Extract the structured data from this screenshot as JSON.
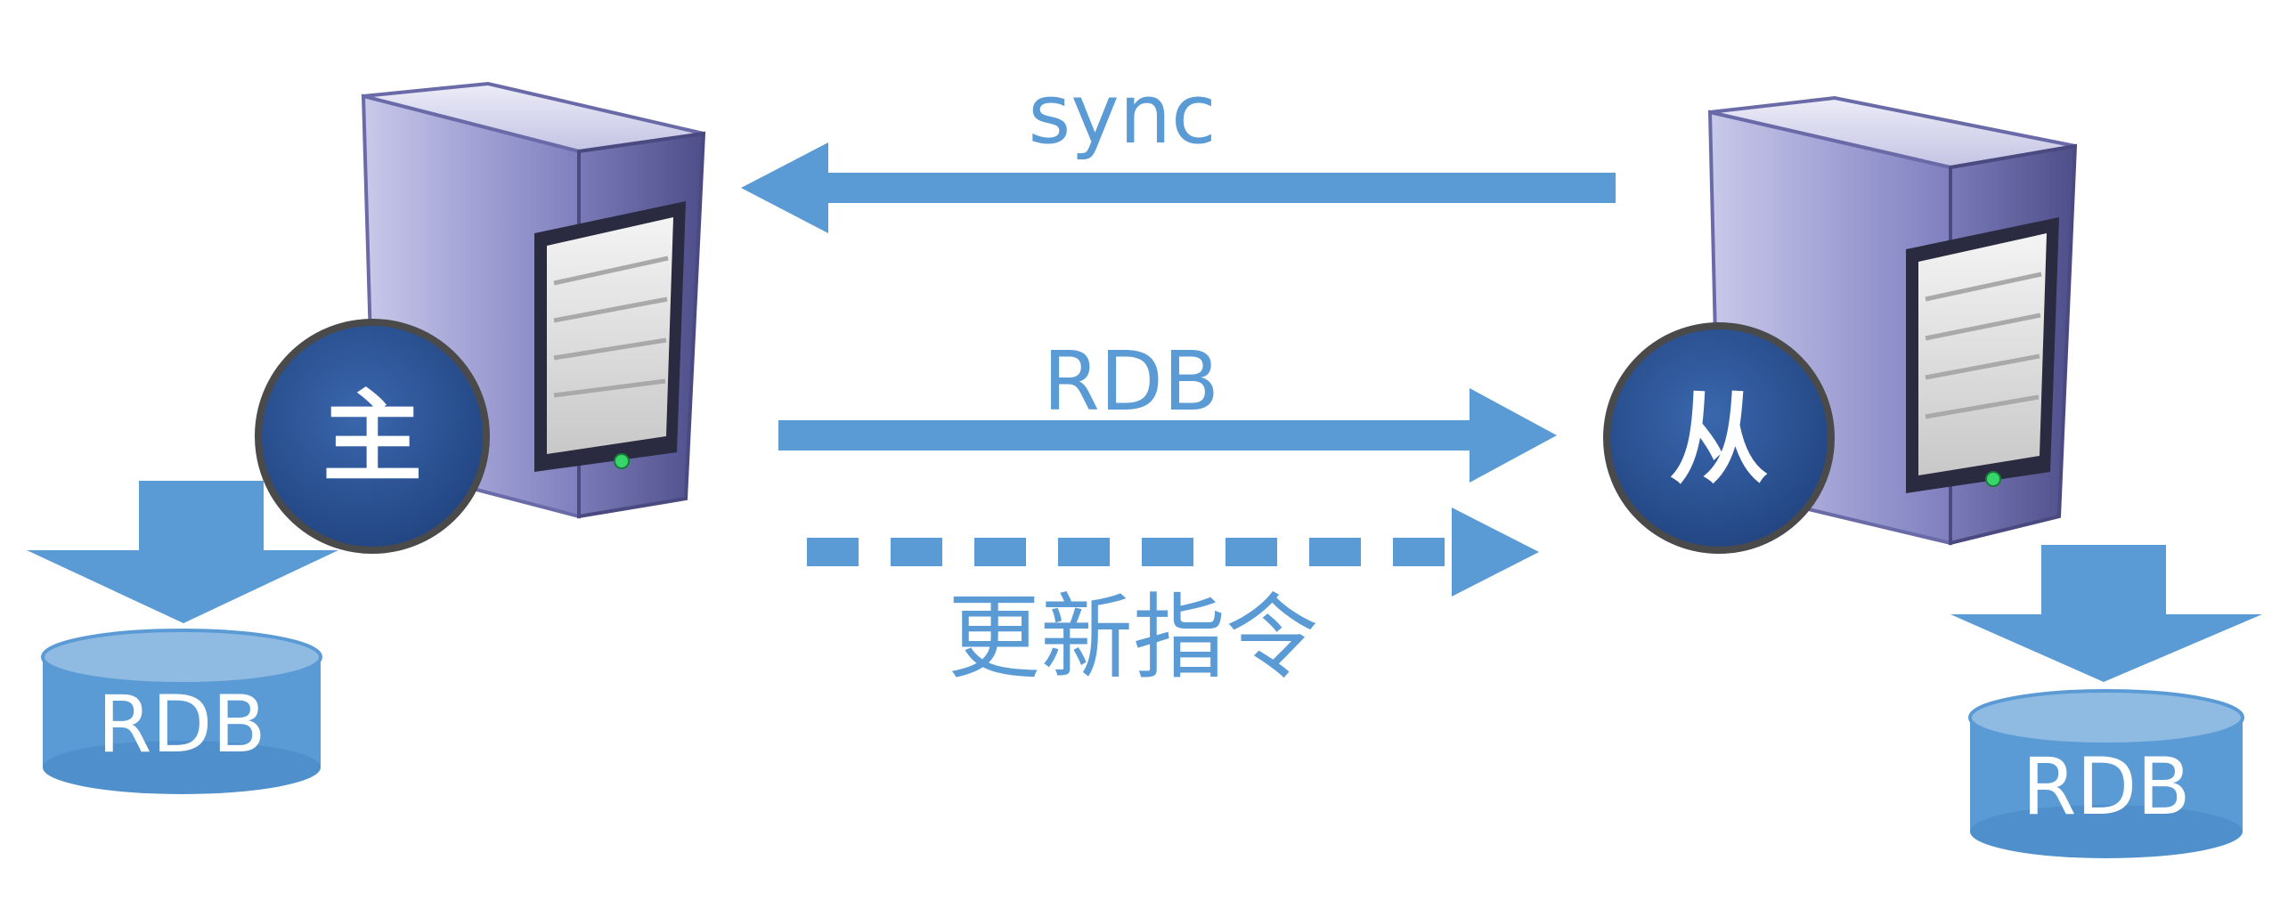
{
  "flows": {
    "sync_label": "sync",
    "rdb_label": "RDB",
    "update_label": "更新指令"
  },
  "master": {
    "badge": "主",
    "db_label": "RDB"
  },
  "slave": {
    "badge": "从",
    "db_label": "RDB"
  },
  "colors": {
    "arrow": "#5b9bd5",
    "badge": "#2e5597",
    "server_body": "#9a9ad0",
    "db": "#5b9bd5"
  }
}
